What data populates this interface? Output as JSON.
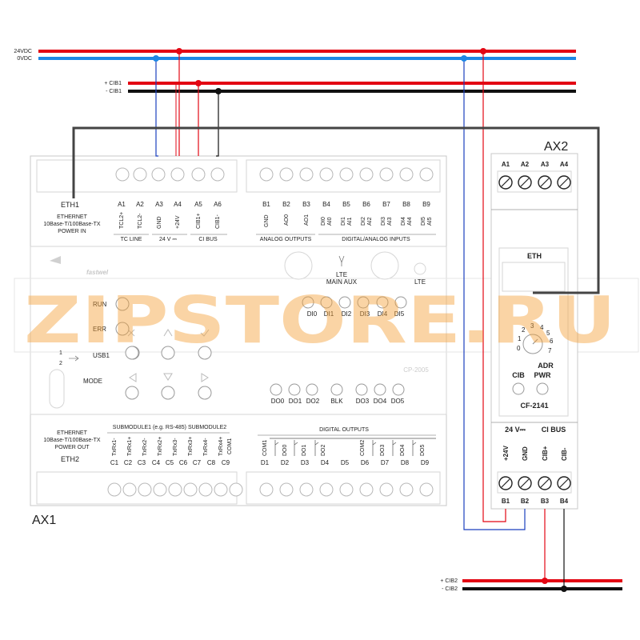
{
  "bus": {
    "v24": "24VDC",
    "v0": "0VDC",
    "cib1_plus": "+ CIB1",
    "cib1_minus": "- CIB1",
    "cib2_plus": "+ CIB2",
    "cib2_minus": "- CIB2"
  },
  "colors": {
    "red": "#e30613",
    "blue": "#1e88e5",
    "black": "#111111",
    "navy": "#1a3fbf",
    "orange": "#f5a23a"
  },
  "ax1": {
    "label": "AX1",
    "eth1": "ETH1",
    "eth1_desc": [
      "ETHERNET",
      "10Base-T/100Base-TX",
      "POWER IN"
    ],
    "top_a_ids": [
      "A1",
      "A2",
      "A3",
      "A4",
      "A5",
      "A6"
    ],
    "top_a_names": [
      "TCL2+",
      "TCL2-",
      "GND",
      "+24V",
      "CIB1+",
      "CIB1-"
    ],
    "tc_line": "TC LINE",
    "v24_group": "24 V ⎓",
    "ci_bus": "CI BUS",
    "top_b_ids": [
      "B1",
      "B2",
      "B3",
      "B4",
      "B5",
      "B6",
      "B7",
      "B8",
      "B9"
    ],
    "top_b_names": [
      [
        "GND"
      ],
      [
        "AO0"
      ],
      [
        "AO1"
      ],
      [
        "DI0",
        "AI0"
      ],
      [
        "DI1",
        "AI1"
      ],
      [
        "DI2",
        "AI2"
      ],
      [
        "DI3",
        "AI3"
      ],
      [
        "DI4",
        "AI4"
      ],
      [
        "DI5",
        "AI5"
      ]
    ],
    "analog_outputs": "ANALOG OUTPUTS",
    "digital_analog_inputs": "DIGITAL/ANALOG INPUTS",
    "lte": "LTE",
    "lte_main_aux": [
      "LTE",
      "MAIN AUX"
    ],
    "lte2": "LTE",
    "run": "RUN",
    "err": "ERR",
    "usb1": "USB1",
    "usb_n1": "1",
    "usb_n2": "2",
    "mode": "MODE",
    "di_leds": [
      "DI0",
      "DI1",
      "DI2",
      "DI3",
      "DI4",
      "DI5"
    ],
    "do_leds": [
      "DO0",
      "DO1",
      "DO2",
      "BLK",
      "DO3",
      "DO4",
      "DO5"
    ],
    "model": "CP-2005",
    "brand": "fastwel",
    "eth2_desc": [
      "ETHERNET",
      "10Base-T/100Base-TX",
      "POWER OUT"
    ],
    "eth2": "ETH2",
    "submodules": "SUBMODULE1 (e.g. RS-485) SUBMODULE2",
    "bot_c_names": [
      "TxRx1-",
      "TxRx1+",
      "TxRx2-",
      "TxRx2+",
      "TxRx3-",
      "TxRx3+",
      "TxRx4-",
      "TxRx4+",
      "COM1"
    ],
    "bot_c_ids": [
      "C1",
      "C2",
      "C3",
      "C4",
      "C5",
      "C6",
      "C7",
      "C8",
      "C9"
    ],
    "digital_outputs": "DIGITAL OUTPUTS",
    "bot_d_names": [
      "COM1",
      "DO0",
      "DO1",
      "DO2",
      "",
      "COM2",
      "DO3",
      "DO4",
      "DO5"
    ],
    "bot_d_ids": [
      "D1",
      "D2",
      "D3",
      "D4",
      "D5",
      "D6",
      "D7",
      "D8",
      "D9"
    ]
  },
  "ax2": {
    "label": "AX2",
    "top_ids": [
      "A1",
      "A2",
      "A3",
      "A4"
    ],
    "eth": "ETH",
    "adr": "ADR",
    "cib": "CIB",
    "pwr": "PWR",
    "model": "CF-2141",
    "v24": "24 V⎓",
    "ci_bus": "CI  BUS",
    "names": [
      "+24V",
      "GND",
      "CIB+",
      "CIB-"
    ],
    "bot_ids": [
      "B1",
      "B2",
      "B3",
      "B4"
    ],
    "dial": [
      "0",
      "1",
      "2",
      "3",
      "4",
      "5",
      "6",
      "7"
    ]
  },
  "watermark": "ZIPSTORE.RU"
}
